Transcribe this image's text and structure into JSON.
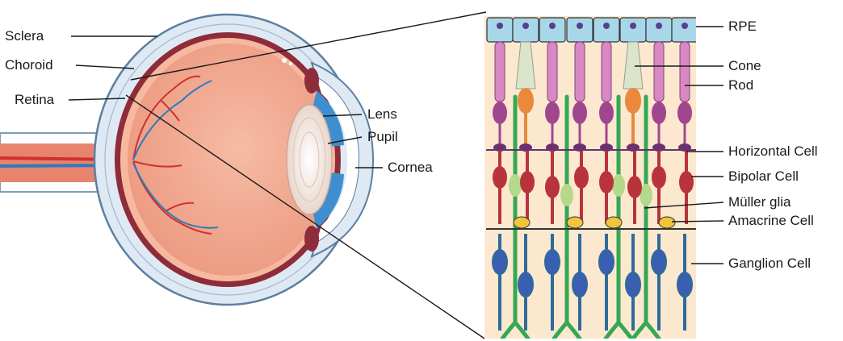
{
  "eye_labels": {
    "sclera": "Sclera",
    "choroid": "Choroid",
    "retina": "Retina",
    "lens": "Lens",
    "pupil": "Pupil",
    "cornea": "Cornea"
  },
  "retina_labels": {
    "rpe": "RPE",
    "cone": "Cone",
    "rod": "Rod",
    "horizontal": "Horizontal Cell",
    "bipolar": "Bipolar Cell",
    "muller": "Müller glia",
    "amacrine": "Amacrine Cell",
    "ganglion": "Ganglion Cell"
  },
  "colors": {
    "sclera": "#dfe9f3",
    "sclera_edge": "#5c7fa0",
    "choroid": "#8e2c3a",
    "retina": "#f6b9a0",
    "vitreous": "#f1a58c",
    "artery": "#d0312d",
    "vein": "#2b7bc0",
    "retina_bg": "#fbe8cf",
    "rpe": "#a9d7ea",
    "rod": "#d889c3",
    "rod_body": "#a0468e",
    "cone": "#dbe5c9",
    "cone_body": "#e9893b",
    "bipolar": "#b8343c",
    "muller": "#34a853",
    "amacrine": "#f0c53c",
    "ganglion": "#2f6b9a",
    "ganglion_body": "#3a5fb0"
  }
}
